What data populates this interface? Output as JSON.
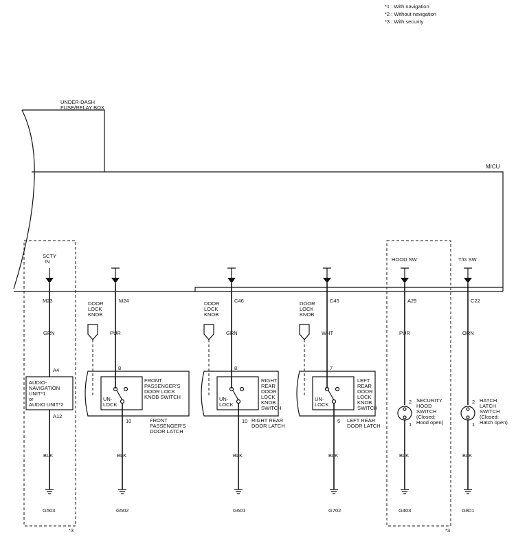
{
  "notes": [
    "*1 : With navigation",
    "*2 : Without navigation",
    "*3 : With security"
  ],
  "fuse_box": {
    "line1": "UNDER-DASH",
    "line2": "FUSE/RELAY BOX"
  },
  "micu": "MICU",
  "terminals": {
    "scty_in": {
      "label1": "SCTY",
      "label2": "IN",
      "pin": "M23",
      "wire": "GRN",
      "ground": "G503"
    },
    "fp": {
      "pin": "M24",
      "wire": "PUR",
      "pin_top": "8",
      "pin_bot": "10",
      "ground": "G502"
    },
    "rr": {
      "pin": "C46",
      "wire": "GRN",
      "pin_top": "8",
      "pin_bot": "10",
      "ground": "G601"
    },
    "lr": {
      "pin": "C45",
      "wire": "WHT",
      "pin_top": "7",
      "pin_bot": "5",
      "ground": "G702"
    },
    "hood": {
      "label": "HOOD SW",
      "pin": "A29",
      "wire": "PUR",
      "pin_top": "2",
      "pin_bot": "1",
      "ground": "G403"
    },
    "tg": {
      "label": "T/G SW",
      "pin": "C22",
      "wire": "ORN",
      "pin_top": "2",
      "pin_bot": "1",
      "ground": "G801"
    }
  },
  "audio_unit": {
    "pin_top": "A4",
    "pin_bot": "A12",
    "wire_bot": "BLK",
    "lines": [
      "AUDIO-",
      "NAVIGATION",
      "UNIT*1",
      "or",
      "AUDIO UNIT*2"
    ]
  },
  "knob": {
    "line1": "DOOR",
    "line2": "LOCK",
    "line3": "KNOB"
  },
  "unlock": {
    "line1": "UN-",
    "line2": "LOCK"
  },
  "blk": "BLK",
  "fp_switch": [
    "FRONT",
    "PASSENGER'S",
    "DOOR LOCK",
    "KNOB SWITCH"
  ],
  "fp_latch": [
    "FRONT",
    "PASSENGER'S",
    "DOOR LATCH"
  ],
  "rr_switch": [
    "RIGHT",
    "REAR",
    "DOOR",
    "LOCK",
    "KNOB",
    "SWITCH"
  ],
  "rr_latch": [
    "RIGHT REAR",
    "DOOR LATCH"
  ],
  "lr_switch": [
    "LEFT",
    "REAR",
    "DOOR",
    "LOCK",
    "KNOB",
    "SWITCH"
  ],
  "lr_latch": [
    "LEFT REAR",
    "DOOR LATCH"
  ],
  "hood_switch": [
    "SECURITY",
    "HOOD",
    "SWITCH",
    "(Closed:",
    "Hood open)"
  ],
  "hatch_switch": [
    "HATCH",
    "LATCH",
    "SWITCH",
    "(Closed:",
    "Hatch open)"
  ],
  "security_mark": "*3"
}
